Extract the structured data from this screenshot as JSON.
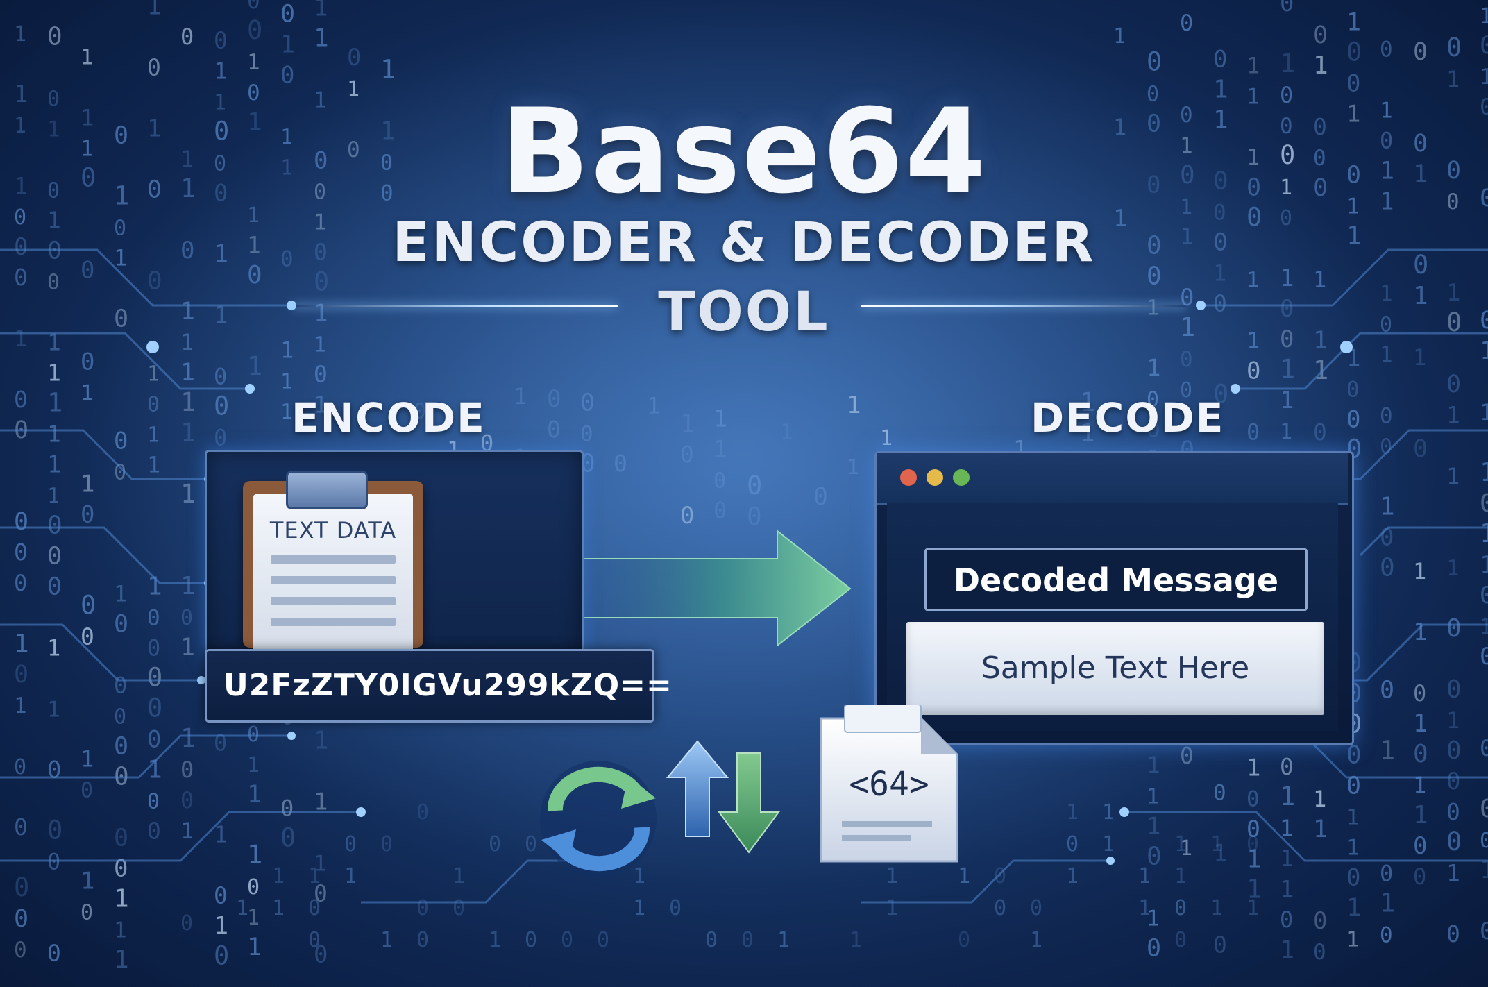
{
  "header": {
    "title": "Base64",
    "subtitle_line1": "ENCODER & DECODER",
    "subtitle_line2": "TOOL"
  },
  "encode": {
    "label": "ENCODE",
    "document_title": "TEXT DATA",
    "encoded_value": "U2FzZTY0IGVu299kZQ=="
  },
  "decode": {
    "label": "DECODE",
    "header_text": "Decoded Message",
    "output_text": "Sample Text Here"
  },
  "file_icon": {
    "label": "<64>"
  },
  "icons": {
    "lock": "lock-icon",
    "arrow_right": "arrow-right-icon",
    "arrow_down": "arrow-down-icon",
    "refresh": "refresh-icon",
    "swap": "up-down-arrows-icon",
    "file": "file-64-icon",
    "clipboard": "clipboard-icon"
  },
  "colors": {
    "background": "#12306a",
    "accent_green": "#5fbf8a",
    "accent_blue": "#3d7fd6",
    "lock_green": "#6fbf6a",
    "window_red": "#e0654c",
    "window_yellow": "#e5b94a",
    "window_green": "#69b657"
  },
  "binary_digits": [
    "0",
    "1"
  ]
}
